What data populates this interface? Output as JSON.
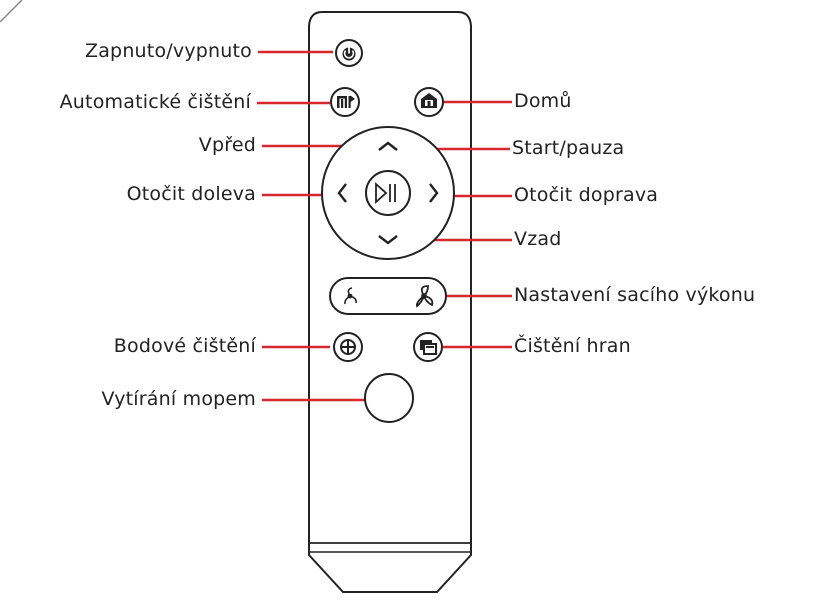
{
  "labels": {
    "power": "Zapnuto/vypnuto",
    "auto_clean": "Automatické čištění",
    "forward": "Vpřed",
    "turn_left": "Otočit doleva",
    "spot_clean": "Bodové čištění",
    "mop": "Vytírání mopem",
    "home": "Domů",
    "start_pause": "Start/pauza",
    "turn_right": "Otočit doprava",
    "backward": "Vzad",
    "suction": "Nastavení sacího výkonu",
    "edge_clean": "Čištění hran"
  },
  "colors": {
    "leader_line": "#d8262e",
    "outline": "#222222",
    "text": "#222222"
  },
  "icons": {
    "power": "power-icon",
    "auto_clean": "auto-clean-icon",
    "home": "home-icon",
    "up": "chevron-up-icon",
    "down": "chevron-down-icon",
    "left": "chevron-left-icon",
    "right": "chevron-right-icon",
    "play_pause": "play-pause-icon",
    "fan_low": "fan-low-icon",
    "fan_high": "fan-high-icon",
    "spot": "spot-clean-icon",
    "edge": "edge-clean-icon"
  }
}
